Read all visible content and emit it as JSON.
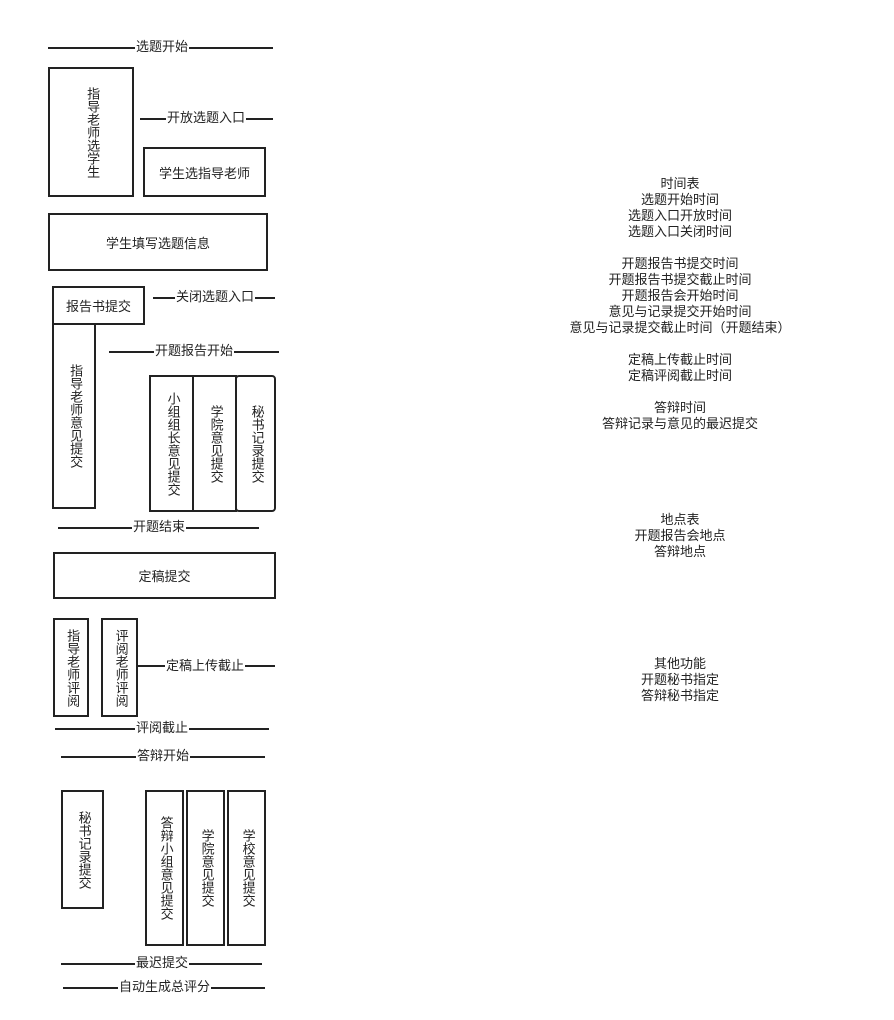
{
  "timeline": {
    "topic_start": "选题开始",
    "open_entry": "开放选题入口",
    "close_entry": "关闭选题入口",
    "proposal_start": "开题报告开始",
    "proposal_end": "开题结束",
    "final_upload_deadline": "定稿上传截止",
    "review_deadline": "评阅截止",
    "defense_start": "答辩开始",
    "latest_submit": "最迟提交",
    "auto_score": "自动生成总评分"
  },
  "boxes": {
    "teacher_select_student": "指导老师选学生",
    "student_select_teacher": "学生选指导老师",
    "student_fill_info": "学生填写选题信息",
    "report_submit": "报告书提交",
    "advisor_opinion_submit": "指导老师意见提交",
    "group_leader_opinion": "小组组长意见提交",
    "college_opinion": "学院意见提交",
    "secretary_record": "秘书记录提交",
    "final_submit": "定稿提交",
    "advisor_review": "指导老师评阅",
    "reviewer_review": "评阅老师评阅",
    "secretary_record_defense": "秘书记录提交",
    "defense_group_opinion": "答辩小组意见提交",
    "college_opinion_defense": "学院意见提交",
    "school_opinion_defense": "学校意见提交"
  },
  "tables": {
    "time_table": {
      "title": "时间表",
      "group1": [
        "选题开始时间",
        "选题入口开放时间",
        "选题入口关闭时间"
      ],
      "group2": [
        "开题报告书提交时间",
        "开题报告书提交截止时间",
        "开题报告会开始时间",
        "意见与记录提交开始时间",
        "意见与记录提交截止时间（开题结束）"
      ],
      "group3": [
        "定稿上传截止时间",
        "定稿评阅截止时间"
      ],
      "group4": [
        "答辩时间",
        "答辩记录与意见的最迟提交"
      ]
    },
    "place_table": {
      "title": "地点表",
      "items": [
        "开题报告会地点",
        "答辩地点"
      ]
    },
    "other_functions": {
      "title": "其他功能",
      "items": [
        "开题秘书指定",
        "答辩秘书指定"
      ]
    }
  }
}
